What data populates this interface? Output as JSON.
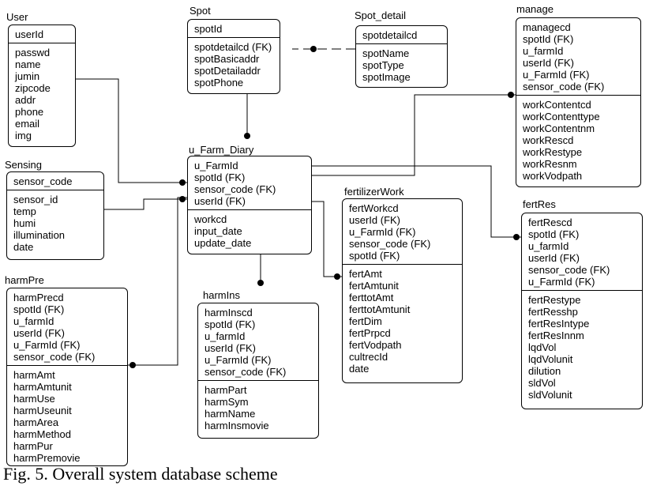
{
  "entities": {
    "user": {
      "name": "User",
      "pk": [
        "userId"
      ],
      "groups": [
        [
          "passwd",
          "name",
          "jumin",
          "zipcode",
          "addr",
          "phone",
          "email",
          "img"
        ]
      ]
    },
    "spot": {
      "name": "Spot",
      "pk": [
        "spotId"
      ],
      "groups": [
        [
          "spotdetailcd (FK)",
          "spotBasicaddr",
          "spotDetailaddr",
          "spotPhone"
        ]
      ]
    },
    "spot_detail": {
      "name": "Spot_detail",
      "pk": [
        "spotdetailcd"
      ],
      "groups": [
        [
          "spotName",
          "spotType",
          "spotImage"
        ]
      ]
    },
    "manage": {
      "name": "manage",
      "pk": [
        "managecd",
        "spotId (FK)",
        "u_farmId",
        "userId (FK)",
        "u_FarmId (FK)",
        "sensor_code (FK)"
      ],
      "groups": [
        [
          "workContentcd",
          "workContenttype",
          "workContentnm",
          "workRescd",
          "workRestype",
          "workResnm",
          "workVodpath"
        ]
      ]
    },
    "sensing": {
      "name": "Sensing",
      "pk": [
        "sensor_code"
      ],
      "groups": [
        [
          "sensor_id",
          "temp",
          "humi",
          "illumination",
          "date"
        ]
      ]
    },
    "u_farm_diary": {
      "name": "u_Farm_Diary",
      "pk": [
        "u_FarmId",
        "spotId (FK)",
        "sensor_code (FK)",
        "userId (FK)"
      ],
      "groups": [
        [
          "workcd",
          "input_date",
          "update_date"
        ]
      ]
    },
    "fertilizer_work": {
      "name": "fertilizerWork",
      "pk": [
        "fertWorkcd",
        "userId (FK)",
        "u_FarmId (FK)",
        "sensor_code (FK)",
        "spotId (FK)"
      ],
      "groups": [
        [
          "fertAmt",
          "fertAmtunit",
          "ferttotAmt",
          "ferttotAmtunit",
          "fertDim",
          "fertPrpcd",
          "fertVodpath",
          "cultrecId",
          "date"
        ]
      ]
    },
    "fert_res": {
      "name": "fertRes",
      "pk": [
        "fertRescd",
        "spotId (FK)",
        "u_farmId",
        "userId (FK)",
        "sensor_code (FK)",
        "u_FarmId (FK)"
      ],
      "groups": [
        [
          "fertRestype",
          "fertResshp",
          "fertResIntype",
          "fertResInnm",
          "lqdVol",
          "lqdVolunit",
          "dilution",
          "sldVol",
          "sldVolunit"
        ]
      ]
    },
    "harm_pre": {
      "name": "harmPre",
      "pk": [
        "harmPrecd",
        "spotId (FK)",
        "u_farmId",
        "userId (FK)",
        "u_FarmId (FK)",
        "sensor_code (FK)"
      ],
      "groups": [
        [
          "harmAmt",
          "harmAmtunit",
          "harmUse",
          "harmUseunit",
          "harmArea",
          "harmMethod",
          "harmPur",
          "harmPremovie"
        ]
      ]
    },
    "harm_ins": {
      "name": "harmIns",
      "pk": [
        "harmInscd",
        "spotId (FK)",
        "u_farmId",
        "userId (FK)",
        "u_FarmId (FK)",
        "sensor_code (FK)"
      ],
      "groups": [
        [
          "harmPart",
          "harmSym",
          "harmName",
          "harmInsmovie"
        ]
      ]
    }
  },
  "caption": "Fig. 5. Overall system database scheme"
}
